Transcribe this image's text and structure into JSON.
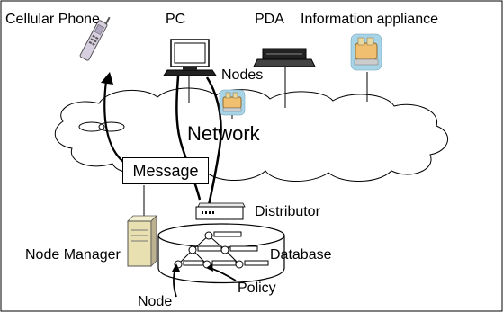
{
  "labels": {
    "cellular_phone": "Cellular Phone",
    "pc": "PC",
    "pda": "PDA",
    "information_appliance": "Information appliance",
    "nodes": "Nodes",
    "network": "Network",
    "message": "Message",
    "distributor": "Distributor",
    "node_manager": "Node Manager",
    "database": "Database",
    "policy": "Policy",
    "node": "Node"
  },
  "icons": [
    "cellular-phone-icon",
    "pc-icon",
    "pda-icon",
    "information-appliance-icon",
    "node-appliance-icon",
    "distributor-icon",
    "node-manager-server-icon",
    "database-cylinder-icon"
  ],
  "colors": {
    "line": "#000000",
    "background": "#ffffff",
    "appliance_bg": "#a8d4e8",
    "appliance_toast": "#f0c070"
  }
}
